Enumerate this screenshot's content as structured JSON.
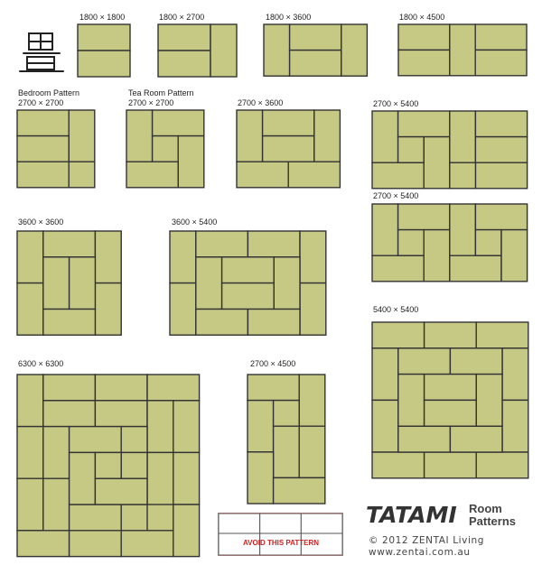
{
  "labels": {
    "p1800x1800": "1800 × 1800",
    "p1800x2700": "1800 × 2700",
    "p1800x3600": "1800 × 3600",
    "p1800x4500": "1800 × 4500",
    "bedroom_title": "Bedroom Pattern",
    "bedroom_size": "2700 × 2700",
    "tearoom_title": "Tea Room Pattern",
    "tearoom_size": "2700 × 2700",
    "p2700x3600": "2700 × 3600",
    "p2700x5400a": "2700 × 5400",
    "p2700x5400b": "2700 × 5400",
    "p3600x3600": "3600 × 3600",
    "p3600x5400": "3600 × 5400",
    "p5400x5400": "5400 × 5400",
    "p6300x6300": "6300 × 6300",
    "p2700x4500": "2700 × 4500"
  },
  "kanji": "畳",
  "avoid_label": "AVOID THIS PATTERN",
  "brand": {
    "title": "TATAMI",
    "subtitle_1": "Room",
    "subtitle_2": "Patterns",
    "copyright": "© 2012 ZENTAI Living",
    "website": "www.zentai.com.au"
  },
  "colors": {
    "mat_fill": "#c5c984",
    "mat_edge": "#8e9a5e",
    "border_line": "#333333",
    "avoid_border": "#c22222"
  }
}
